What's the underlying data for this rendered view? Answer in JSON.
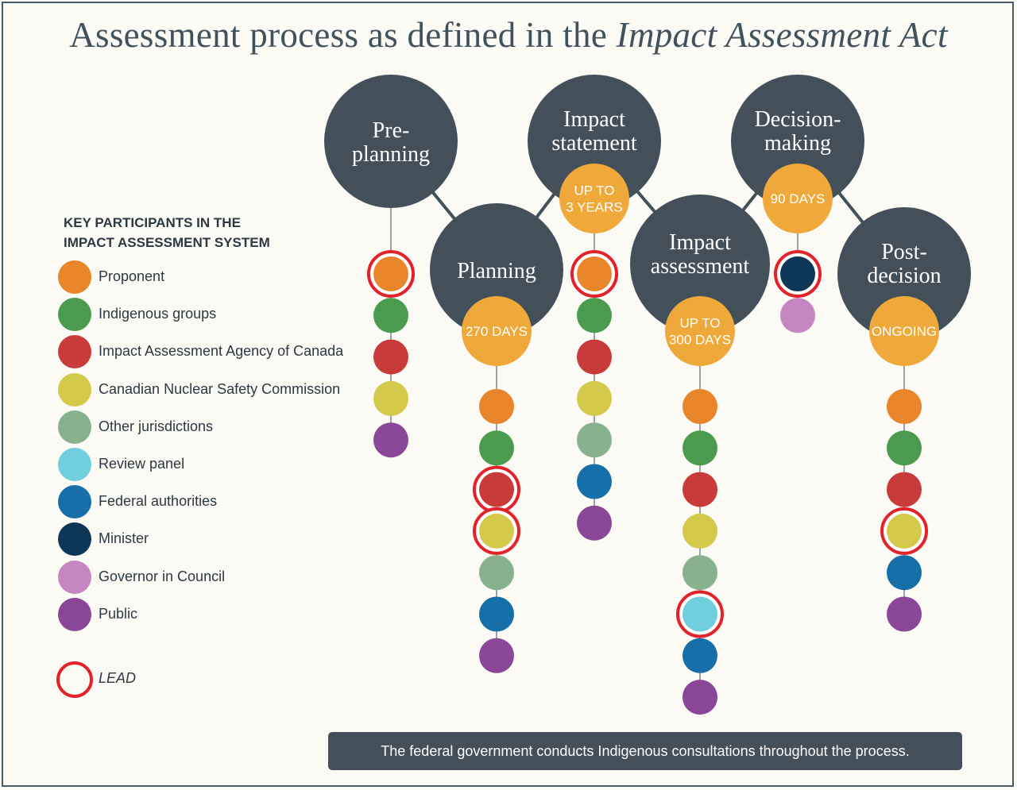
{
  "title": {
    "main": "Assessment process as defined in the ",
    "italic": "Impact Assessment Act"
  },
  "legend": {
    "heading_line1": "KEY PARTICIPANTS IN THE",
    "heading_line2": "IMPACT ASSESSMENT SYSTEM",
    "items": [
      {
        "id": "proponent",
        "label": "Proponent",
        "color": "#e9852a"
      },
      {
        "id": "indigenous",
        "label": "Indigenous groups",
        "color": "#4a9a50"
      },
      {
        "id": "agency",
        "label": "Impact Assessment Agency of Canada",
        "color": "#c93a3a"
      },
      {
        "id": "nuclear",
        "label": "Canadian Nuclear Safety Commission",
        "color": "#d3c94a"
      },
      {
        "id": "other",
        "label": "Other jurisdictions",
        "color": "#88b18d"
      },
      {
        "id": "panel",
        "label": "Review panel",
        "color": "#6fcfdc"
      },
      {
        "id": "federal",
        "label": "Federal authorities",
        "color": "#166fa8"
      },
      {
        "id": "minister",
        "label": "Minister",
        "color": "#0d3657"
      },
      {
        "id": "governor",
        "label": "Governor in Council",
        "color": "#c586c1"
      },
      {
        "id": "public",
        "label": "Public",
        "color": "#8b4797"
      }
    ],
    "lead_label": "LEAD"
  },
  "colors": {
    "stage_fill": "#435059",
    "duration_fill": "#efa93a",
    "lead_ring": "#e2232a",
    "connector": "#435059"
  },
  "stages": [
    {
      "id": "pre-planning",
      "name_lines": [
        "Pre-",
        "planning"
      ],
      "duration_lines": [],
      "participants": [
        "proponent",
        "indigenous",
        "agency",
        "nuclear",
        "public"
      ],
      "leads": [
        "proponent"
      ]
    },
    {
      "id": "planning",
      "name_lines": [
        "Planning"
      ],
      "duration_lines": [
        "270 DAYS"
      ],
      "participants": [
        "proponent",
        "indigenous",
        "agency",
        "nuclear",
        "other",
        "federal",
        "public"
      ],
      "leads": [
        "agency",
        "nuclear"
      ]
    },
    {
      "id": "impact-statement",
      "name_lines": [
        "Impact",
        "statement"
      ],
      "duration_lines": [
        "UP TO",
        "3 YEARS"
      ],
      "participants": [
        "proponent",
        "indigenous",
        "agency",
        "nuclear",
        "other",
        "federal",
        "public"
      ],
      "leads": [
        "proponent"
      ]
    },
    {
      "id": "impact-assessment",
      "name_lines": [
        "Impact",
        "assessment"
      ],
      "duration_lines": [
        "UP TO",
        "300 DAYS"
      ],
      "participants": [
        "proponent",
        "indigenous",
        "agency",
        "nuclear",
        "other",
        "panel",
        "federal",
        "public"
      ],
      "leads": [
        "panel"
      ]
    },
    {
      "id": "decision-making",
      "name_lines": [
        "Decision-",
        "making"
      ],
      "duration_lines": [
        "90 DAYS"
      ],
      "participants": [
        "minister",
        "governor"
      ],
      "leads": [
        "minister"
      ]
    },
    {
      "id": "post-decision",
      "name_lines": [
        "Post-",
        "decision"
      ],
      "duration_lines": [
        "ONGOING"
      ],
      "participants": [
        "proponent",
        "indigenous",
        "agency",
        "nuclear",
        "federal",
        "public"
      ],
      "leads": [
        "nuclear"
      ]
    }
  ],
  "footer": "The federal government conducts Indigenous consultations throughout the process."
}
